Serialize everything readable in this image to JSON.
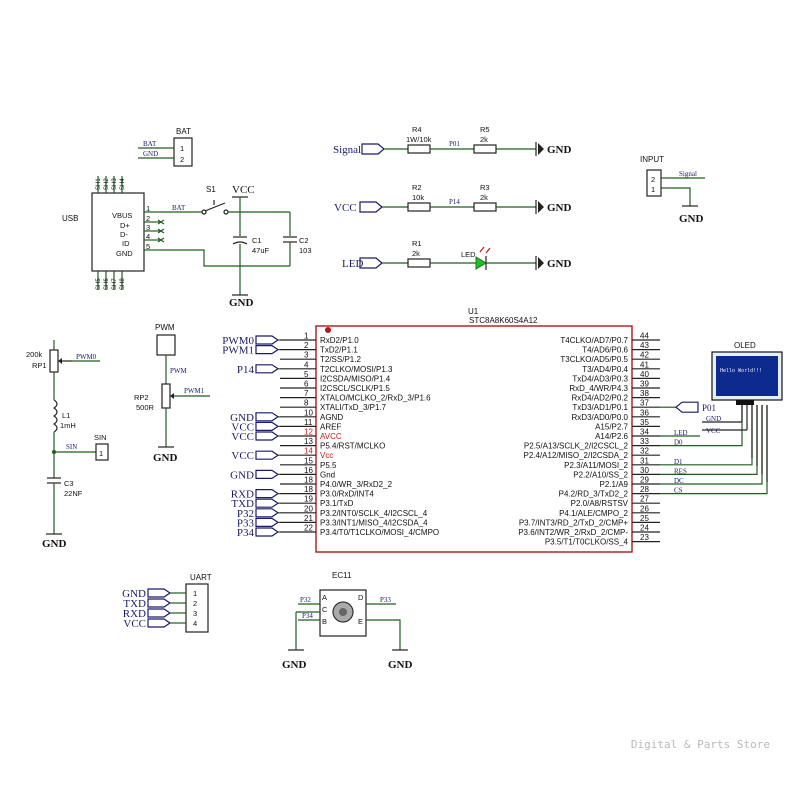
{
  "watermark": "Digital & Parts Store",
  "parts": {
    "bat": {
      "ref": "BAT",
      "nets": [
        "BAT",
        "GND"
      ],
      "pins": [
        "1",
        "2"
      ]
    },
    "usb": {
      "ref": "USB",
      "pins": [
        "VBUS",
        "D+",
        "D-",
        "ID",
        "GND"
      ],
      "nums": [
        "1",
        "2",
        "3",
        "4",
        "5"
      ],
      "tops": [
        "SH1",
        "SH2",
        "SH3",
        "SH4"
      ],
      "bots": [
        "SH5",
        "SH6",
        "SH7",
        "SH8"
      ],
      "bat_net": "BAT"
    },
    "s1": {
      "ref": "S1"
    },
    "vcc_top": "VCC",
    "c1": {
      "ref": "C1",
      "value": "47uF"
    },
    "c2": {
      "ref": "C2",
      "value": "103"
    },
    "gnd_usb": "GND",
    "r4": {
      "ref": "R4",
      "value": "1W/10k",
      "net_in": "Signal",
      "net_mid": "P01",
      "r5": "R5",
      "r5v": "2k",
      "gnd": "GND"
    },
    "r2": {
      "ref": "R2",
      "value": "10k",
      "net_in": "VCC",
      "net_mid": "P14",
      "r3": "R3",
      "r3v": "2k",
      "gnd": "GND"
    },
    "r1": {
      "ref": "R1",
      "value": "2k",
      "net_in": "LED",
      "led": "LED",
      "gnd": "GND"
    },
    "input": {
      "ref": "INPUT",
      "net": "Signal",
      "pins": [
        "2",
        "1"
      ],
      "gnd": "GND"
    },
    "rp1": {
      "ref": "RP1",
      "value": "200k",
      "net": "PWM0"
    },
    "l1": {
      "ref": "L1",
      "value": "1mH"
    },
    "sin": {
      "net": "SIN",
      "ref": "SIN",
      "pin": "1"
    },
    "c3": {
      "ref": "C3",
      "value": "22NF"
    },
    "gnd_left": "GND",
    "pwm": {
      "ref": "PWM",
      "net": "PWM",
      "rp2": "RP2",
      "rp2v": "500R",
      "net1": "PWM1",
      "gnd": "GND"
    },
    "u1": {
      "ref": "U1",
      "part": "STC8A8K60S4A12",
      "left": [
        {
          "net": "PWM0",
          "num": "1",
          "name": "RxD2/P1.0"
        },
        {
          "net": "PWM1",
          "num": "2",
          "name": "TxD2/P1.1"
        },
        {
          "net": "",
          "num": "3",
          "name": "T2/SS/P1.2"
        },
        {
          "net": "P14",
          "num": "4",
          "name": "T2CLKO/MOSI/P1.3"
        },
        {
          "net": "",
          "num": "5",
          "name": "I2CSDA/MISO/P1.4"
        },
        {
          "net": "",
          "num": "6",
          "name": "I2CSCL/SCLK/P1.5"
        },
        {
          "net": "",
          "num": "7",
          "name": "XTALO/MCLKO_2/RxD_3/P1.6"
        },
        {
          "net": "",
          "num": "8",
          "name": "XTALI/TxD_3/P1.7"
        },
        {
          "net": "GND",
          "num": "10",
          "name": "AGND"
        },
        {
          "net": "VCC",
          "num": "11",
          "name": "AREF"
        },
        {
          "net": "VCC",
          "num": "12",
          "name": "AVCC"
        },
        {
          "net": "",
          "num": "13",
          "name": "P5.4/RST/MCLKO"
        },
        {
          "net": "VCC",
          "num": "14",
          "name": "Vcc"
        },
        {
          "net": "",
          "num": "15",
          "name": "P5.5"
        },
        {
          "net": "GND",
          "num": "16",
          "name": "Gnd"
        },
        {
          "net": "",
          "num": "18",
          "name": "P4.0/WR_3/RxD2_2"
        },
        {
          "net": "RXD",
          "num": "18",
          "name": "P3.0/RxD/INT4"
        },
        {
          "net": "TXD",
          "num": "19",
          "name": "P3.1/TxD"
        },
        {
          "net": "P32",
          "num": "20",
          "name": "P3.2/INT0/SCLK_4/I2CSCL_4"
        },
        {
          "net": "P33",
          "num": "21",
          "name": "P3.3/INT1/MISO_4/I2CSDA_4"
        },
        {
          "net": "P34",
          "num": "22",
          "name": "P3.4/T0/T1CLKO/MOSI_4/CMPO"
        }
      ],
      "right": [
        {
          "num": "44",
          "name": "T4CLKO/AD7/P0.7",
          "net": ""
        },
        {
          "num": "43",
          "name": "T4/AD6/P0.6",
          "net": ""
        },
        {
          "num": "42",
          "name": "T3CLKO/AD5/P0.5",
          "net": ""
        },
        {
          "num": "41",
          "name": "T3/AD4/P0.4",
          "net": ""
        },
        {
          "num": "40",
          "name": "TxD4/AD3/P0.3",
          "net": ""
        },
        {
          "num": "39",
          "name": "RxD_4/WR/P4.3",
          "net": ""
        },
        {
          "num": "38",
          "name": "RxD4/AD2/P0.2",
          "net": ""
        },
        {
          "num": "37",
          "name": "TxD3/AD1/P0.1",
          "net": "P01"
        },
        {
          "num": "36",
          "name": "RxD3/AD0/P0.0",
          "net": ""
        },
        {
          "num": "35",
          "name": "A15/P2.7",
          "net": ""
        },
        {
          "num": "34",
          "name": "A14/P2.6",
          "net": "LED"
        },
        {
          "num": "33",
          "name": "P2.5/A13/SCLK_2/I2CSCL_2",
          "net": "D0"
        },
        {
          "num": "32",
          "name": "P2.4/A12/MISO_2/I2CSDA_2",
          "net": ""
        },
        {
          "num": "31",
          "name": "P2.3/A11/MOSI_2",
          "net": "D1"
        },
        {
          "num": "30",
          "name": "P2.2/A10/SS_2",
          "net": "RES"
        },
        {
          "num": "29",
          "name": "P2.1/A9",
          "net": "DC"
        },
        {
          "num": "28",
          "name": "P4.2/RD_3/TxD2_2",
          "net": "CS"
        },
        {
          "num": "27",
          "name": "P2.0/A8/RSTSV",
          "net": ""
        },
        {
          "num": "26",
          "name": "P4.1/ALE/CMPO_2",
          "net": ""
        },
        {
          "num": "25",
          "name": "P3.7/INT3/RD_2/TxD_2/CMP+",
          "net": ""
        },
        {
          "num": "24",
          "name": "P3.6/INT2/WR_2/RxD_2/CMP-",
          "net": ""
        },
        {
          "num": "23",
          "name": "P3.5/T1/T0CLKO/SS_4",
          "net": ""
        }
      ]
    },
    "oled": {
      "ref": "OLED",
      "screen": "Hello World!!!",
      "nets": [
        "GND",
        "VCC"
      ]
    },
    "uart": {
      "ref": "UART",
      "nets": [
        "GND",
        "TXD",
        "RXD",
        "VCC"
      ],
      "pins": [
        "1",
        "2",
        "3",
        "4"
      ]
    },
    "ec11": {
      "ref": "EC11",
      "nets": [
        "P32",
        "P34",
        "P33"
      ],
      "pins": [
        "A",
        "C",
        "B",
        "D",
        "E"
      ],
      "gnd": "GND"
    }
  }
}
